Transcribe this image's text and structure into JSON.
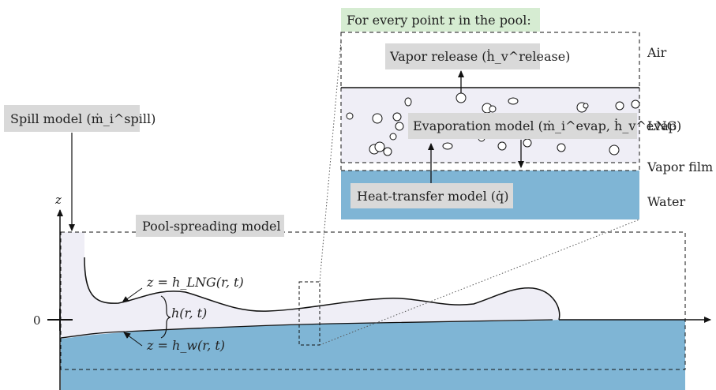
{
  "colors": {
    "water": "#7fb5d5",
    "lng": "#efeef6",
    "label_bg": "#d9d9d9",
    "header_bg": "#d6ecd2",
    "line": "#111111"
  },
  "labels": {
    "inset_header": "For every point r in the pool:",
    "vapor_release": "Vapor release (ḣ_v^release)",
    "evaporation": "Evaporation model (ṁ_i^evap, ḣ_v^evap)",
    "heat_transfer": "Heat-transfer model (q̇)",
    "spill": "Spill model (ṁ_i^spill)",
    "pool_spreading": "Pool-spreading model",
    "z_lng": "z = h_LNG(r, t)",
    "h": "h(r, t)",
    "z_w": "z = h_w(r, t)",
    "axis_z": "z",
    "axis_zero": "0"
  },
  "layers": {
    "air": "Air",
    "lng": "LNG",
    "vapor_film": "Vapor film",
    "water": "Water"
  }
}
